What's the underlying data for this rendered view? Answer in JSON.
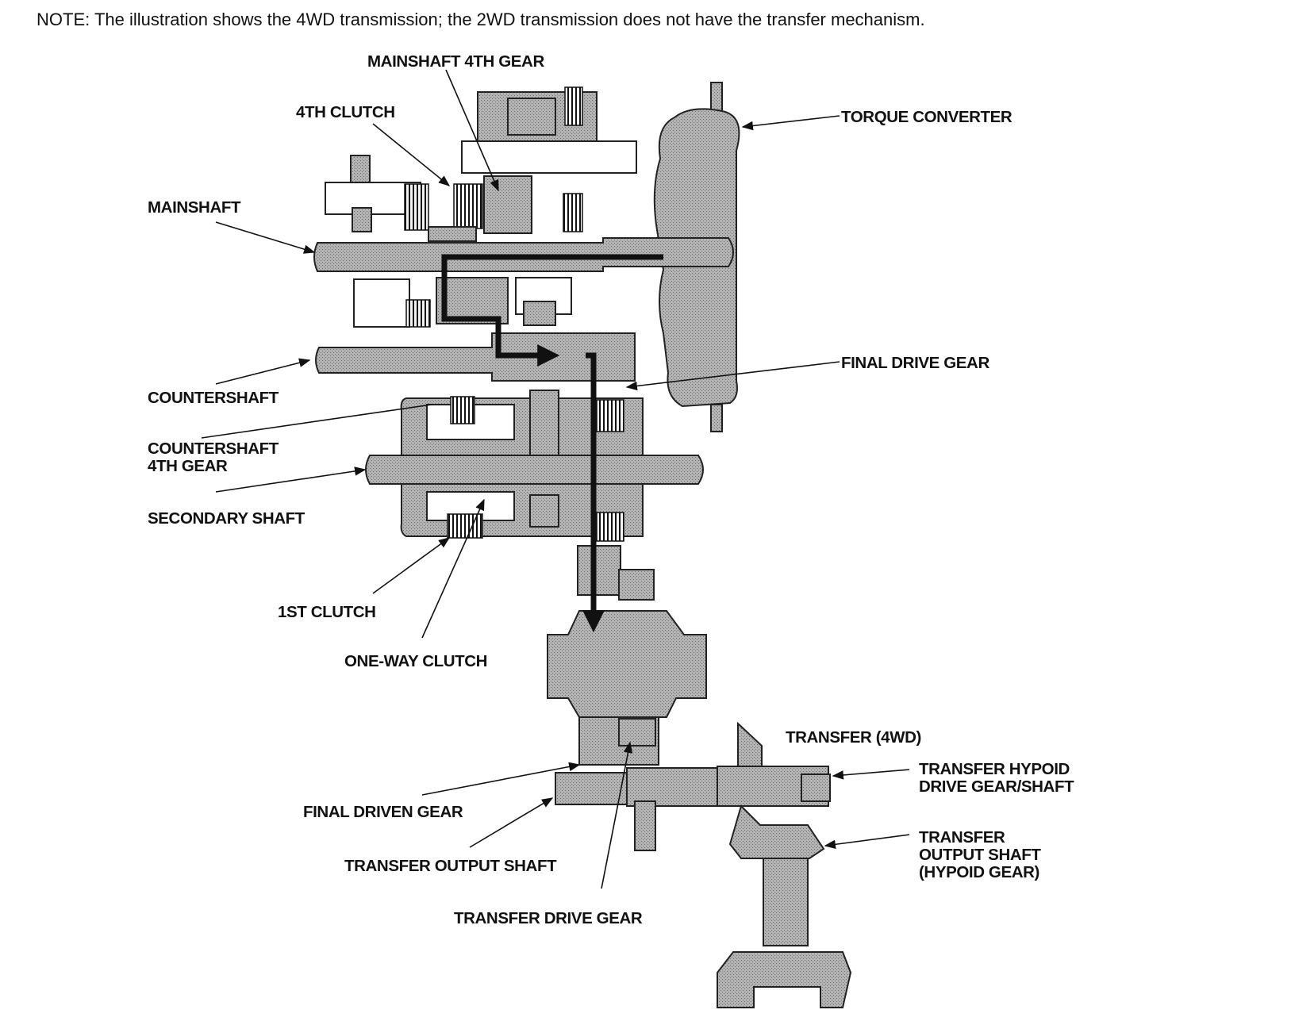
{
  "note": "NOTE: The illustration shows the 4WD transmission; the 2WD transmission does not have the transfer mechanism.",
  "colors": {
    "part_fill": "#a8a8a8",
    "line": "#111111",
    "background": "#ffffff"
  },
  "labels": {
    "mainshaft_4th_gear": "MAINSHAFT 4TH GEAR",
    "fourth_clutch": "4TH CLUTCH",
    "torque_converter": "TORQUE CONVERTER",
    "mainshaft": "MAINSHAFT",
    "final_drive_gear": "FINAL DRIVE GEAR",
    "countershaft": "COUNTERSHAFT",
    "countershaft_4th_gear_1": "COUNTERSHAFT",
    "countershaft_4th_gear_2": "4TH GEAR",
    "secondary_shaft": "SECONDARY SHAFT",
    "first_clutch": "1ST CLUTCH",
    "one_way_clutch": "ONE-WAY CLUTCH",
    "transfer_4wd": "TRANSFER (4WD)",
    "transfer_hypoid_1": "TRANSFER HYPOID",
    "transfer_hypoid_2": "DRIVE GEAR/SHAFT",
    "final_driven_gear": "FINAL DRIVEN GEAR",
    "transfer_output_shaft_hypoid_1": "TRANSFER",
    "transfer_output_shaft_hypoid_2": "OUTPUT SHAFT",
    "transfer_output_shaft_hypoid_3": "(HYPOID GEAR)",
    "transfer_output_shaft": "TRANSFER OUTPUT SHAFT",
    "transfer_drive_gear": "TRANSFER DRIVE GEAR"
  }
}
